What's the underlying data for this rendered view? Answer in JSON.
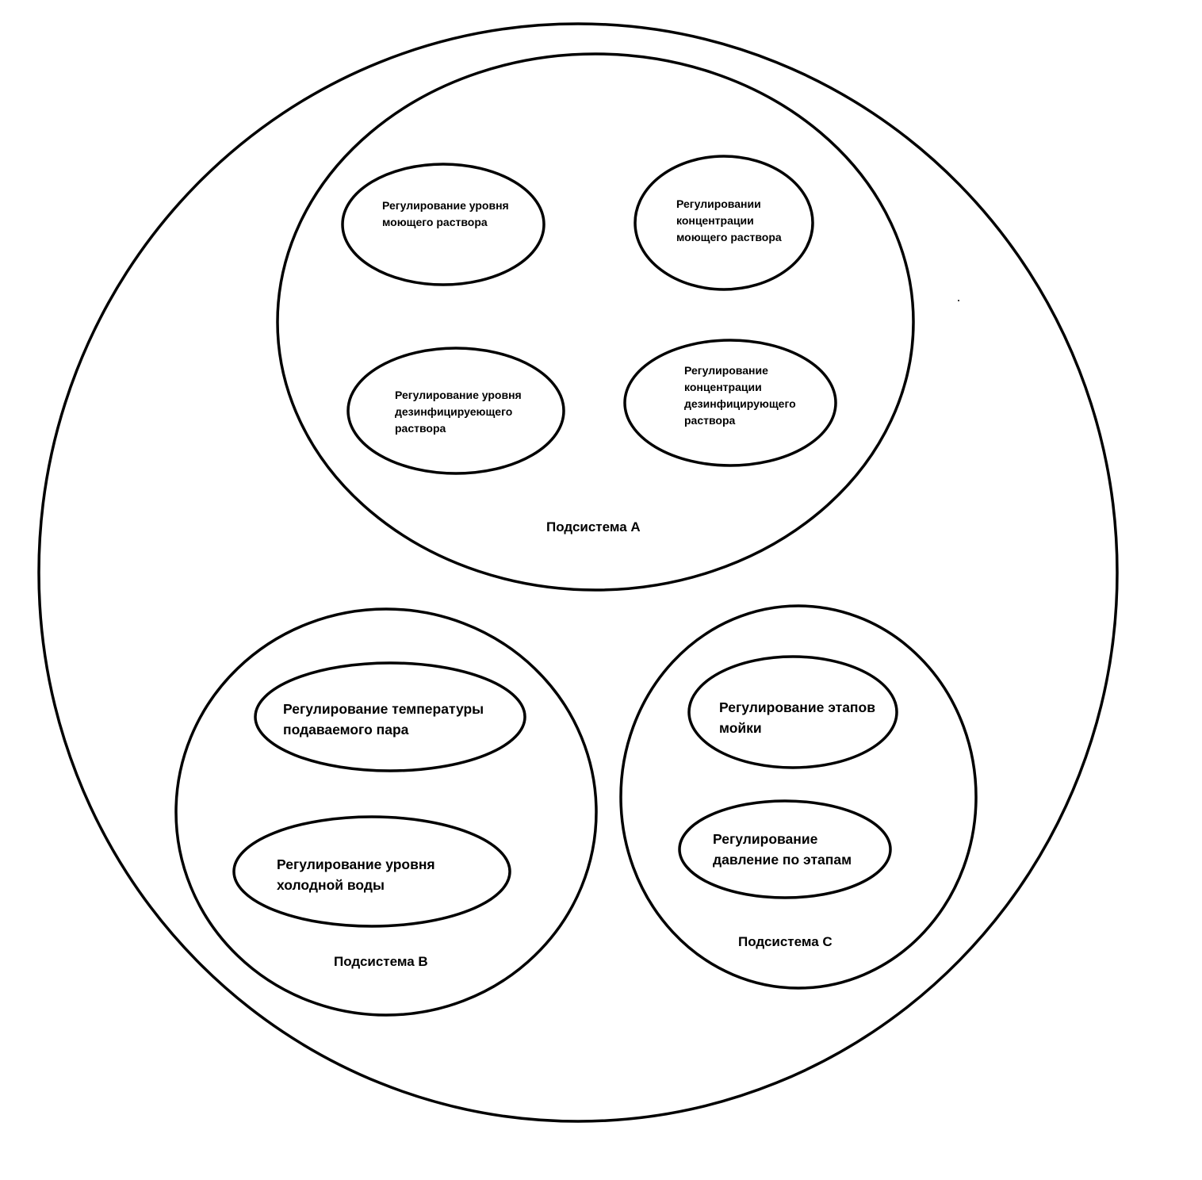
{
  "subsystem_a": {
    "title": "Подсистема А",
    "nodes": [
      "Регулирование уровня\nмоющего раствора",
      "Регулировании\nконцентрации\nмоющего раствора",
      "Регулирование уровня\nдезинфицируеющего\nраствора",
      "Регулирование\nконцентрации\nдезинфицирующего\nраствора"
    ]
  },
  "subsystem_b": {
    "title": "Подсистема В",
    "nodes": [
      "Регулирование температуры\nподаваемого пара",
      "Регулирование уровня\nхолодной воды"
    ]
  },
  "subsystem_c": {
    "title": "Подсистема С",
    "nodes": [
      "Регулирование этапов\nмойки",
      "Регулирование\nдавление по этапам"
    ]
  }
}
